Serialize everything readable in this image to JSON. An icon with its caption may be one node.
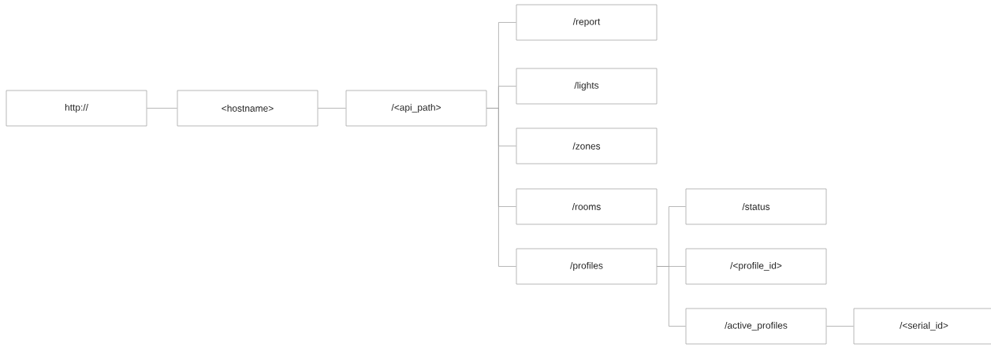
{
  "diagram": {
    "nodes": [
      {
        "text": [
          "http://"
        ]
      },
      {
        "text": [
          "<hostname>"
        ]
      },
      {
        "text": [
          "/<api_path>"
        ]
      },
      {
        "text": [
          "/report"
        ]
      },
      {
        "text": [
          "/lights"
        ]
      },
      {
        "text": [
          "/zones"
        ]
      },
      {
        "text": [
          "/rooms"
        ]
      },
      {
        "text": [
          "/profiles"
        ]
      },
      {
        "text": [
          "/status"
        ]
      },
      {
        "text": [
          "/<profile_id>"
        ]
      },
      {
        "text": [
          "/active_profiles"
        ]
      },
      {
        "text": [
          "/<serial_id>"
        ]
      }
    ],
    "edges": [
      {
        "from": 0,
        "to": 1,
        "arrow": "none"
      },
      {
        "from": 1,
        "to": 2,
        "arrow": "none"
      },
      {
        "from": 2,
        "to": 3,
        "arrow": "none"
      },
      {
        "from": 2,
        "to": 4,
        "arrow": "none"
      },
      {
        "from": 2,
        "to": 5,
        "arrow": "none"
      },
      {
        "from": 2,
        "to": 6,
        "arrow": "none"
      },
      {
        "from": 2,
        "to": 7,
        "arrow": "none"
      },
      {
        "from": 7,
        "to": 8,
        "arrow": "none"
      },
      {
        "from": 7,
        "to": 9,
        "arrow": "none"
      },
      {
        "from": 7,
        "to": 10,
        "arrow": "none"
      },
      {
        "from": 10,
        "to": 11,
        "arrow": "none"
      }
    ]
  }
}
